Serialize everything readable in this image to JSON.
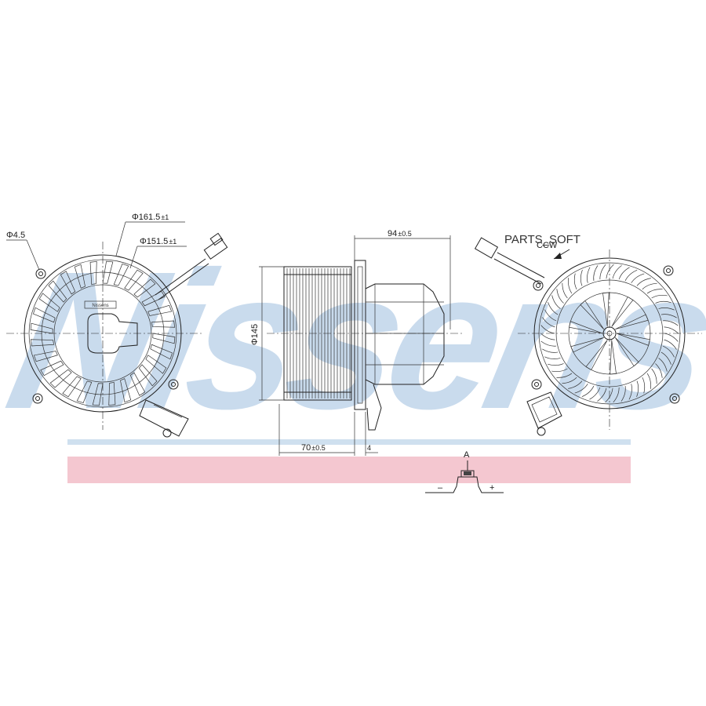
{
  "watermark": {
    "brand": "Nissens",
    "overlay_text": "PARTS_SOFT",
    "band_color": "#f4c7d0",
    "stripe_color": "#cfe0ef",
    "logo_color": "#c9dbed"
  },
  "left_view": {
    "dim_hole": "Φ4.5",
    "dim_outer": "Φ161.5",
    "dim_outer_tol": "±1",
    "dim_inner": "Φ151.5",
    "dim_inner_tol": "±1",
    "nameplate": "Nissens"
  },
  "side_view": {
    "dim_height": "Φ145",
    "dim_depth": "94",
    "dim_depth_tol": "±0.5",
    "dim_width": "70",
    "dim_width_tol": "±0.5",
    "dim_small": "4"
  },
  "right_view": {
    "rotation": "CCW"
  },
  "connector": {
    "label": "A",
    "minus": "–",
    "plus": "+"
  }
}
